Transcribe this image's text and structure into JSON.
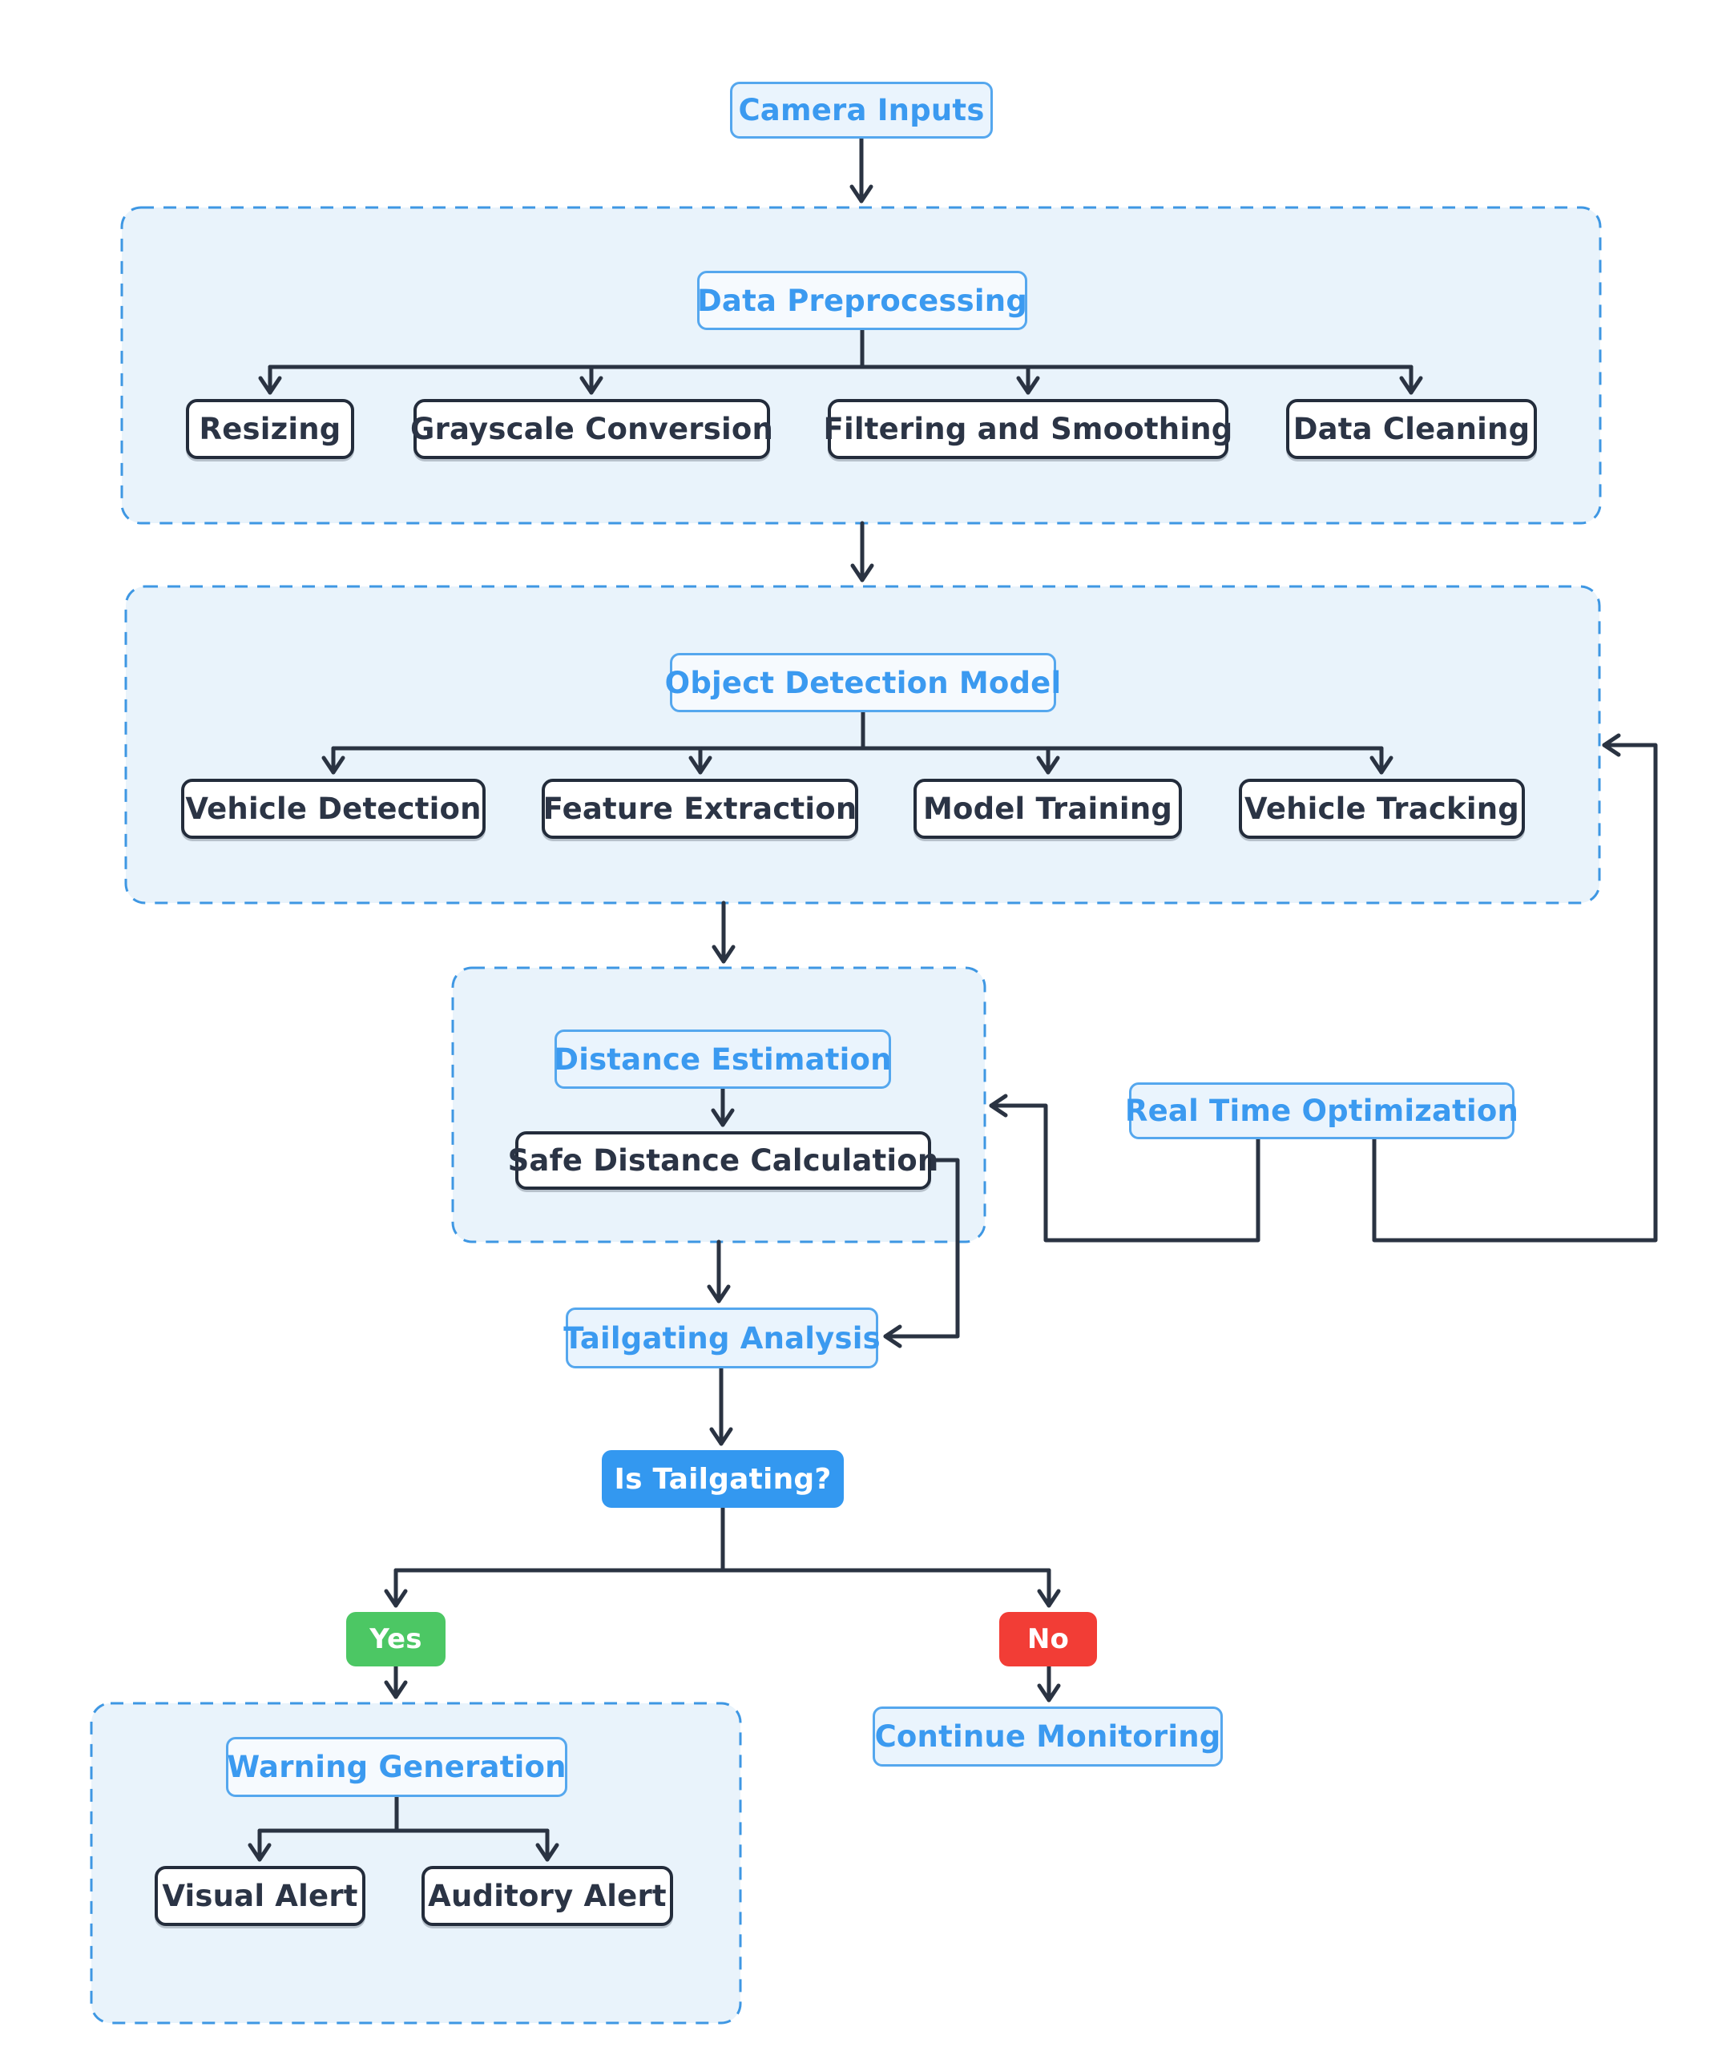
{
  "diagram": {
    "nodes": {
      "camera_inputs": "Camera Inputs",
      "data_preprocessing": "Data Preprocessing",
      "resizing": "Resizing",
      "grayscale_conversion": "Grayscale Conversion",
      "filtering_smoothing": "Filtering and Smoothing",
      "data_cleaning": "Data Cleaning",
      "object_detection_model": "Object Detection Model",
      "vehicle_detection": "Vehicle Detection",
      "feature_extraction": "Feature Extraction",
      "model_training": "Model Training",
      "vehicle_tracking": "Vehicle Tracking",
      "distance_estimation": "Distance Estimation",
      "safe_distance_calculation": "Safe Distance Calculation",
      "real_time_optimization": "Real Time Optimization",
      "tailgating_analysis": "Tailgating Analysis",
      "is_tailgating": "Is Tailgating?",
      "yes": "Yes",
      "no": "No",
      "warning_generation": "Warning Generation",
      "visual_alert": "Visual Alert",
      "auditory_alert": "Auditory Alert",
      "continue_monitoring": "Continue Monitoring"
    },
    "colors": {
      "accent_blue_text": "#3b9af0",
      "blue_border": "#55a7ee",
      "section_dashed_border": "#3e97e3",
      "section_background": "#e9f3fb",
      "dark_line": "#2a3342",
      "decision_fill": "#3398f0",
      "yes_green": "#4cc764",
      "no_red": "#f23d36",
      "leaf_border": "#232c3b",
      "leaf_background": "#ffffff"
    }
  }
}
